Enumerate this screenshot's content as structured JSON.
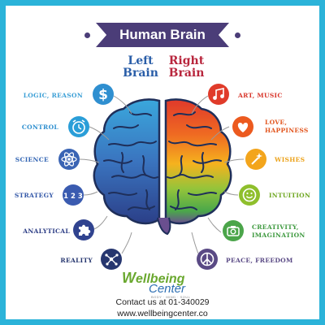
{
  "title": "Human Brain",
  "left_title": [
    "Left",
    "Brain"
  ],
  "right_title": [
    "Right",
    "Brain"
  ],
  "left_items": [
    {
      "label": "Logic, Reason",
      "icon": "dollar-icon",
      "color": "#2f8fd0"
    },
    {
      "label": "Control",
      "icon": "alarm-clock-icon",
      "color": "#2a9ed8"
    },
    {
      "label": "Science",
      "icon": "atom-icon",
      "color": "#3a64b4"
    },
    {
      "label": "Strategy",
      "icon": "numbers-icon",
      "color": "#3a5bb0",
      "text": "1 2 3"
    },
    {
      "label": "Analytical",
      "icon": "puzzle-icon",
      "color": "#30438f"
    },
    {
      "label": "Reality",
      "icon": "network-icon",
      "color": "#26366f"
    }
  ],
  "right_items": [
    {
      "label": "Art, Music",
      "icon": "music-note-icon",
      "color": "#e03b2a"
    },
    {
      "label": [
        "Love,",
        "Happiness"
      ],
      "icon": "heart-icon",
      "color": "#ec5a1f"
    },
    {
      "label": "Wishes",
      "icon": "magic-wand-icon",
      "color": "#f3a51c"
    },
    {
      "label": "Intuition",
      "icon": "smiley-icon",
      "color": "#8fbf2c"
    },
    {
      "label": [
        "Creativity,",
        "Imagination"
      ],
      "icon": "camera-icon",
      "color": "#4ba54a"
    },
    {
      "label": "Peace, Freedom",
      "icon": "peace-icon",
      "color": "#5a4a85"
    }
  ],
  "colors": {
    "frame": "#2bb3d9",
    "banner": "#4b3d78",
    "left_text": "#2a5ea8",
    "right_text": "#b8263d"
  },
  "logo": {
    "w": "W",
    "rest": "ellbeing",
    "center": "Center",
    "tagline": "BODY · MIND · SOUL"
  },
  "contact_line": "Contact us at 01-340029",
  "website": "www.wellbeingcenter.co"
}
